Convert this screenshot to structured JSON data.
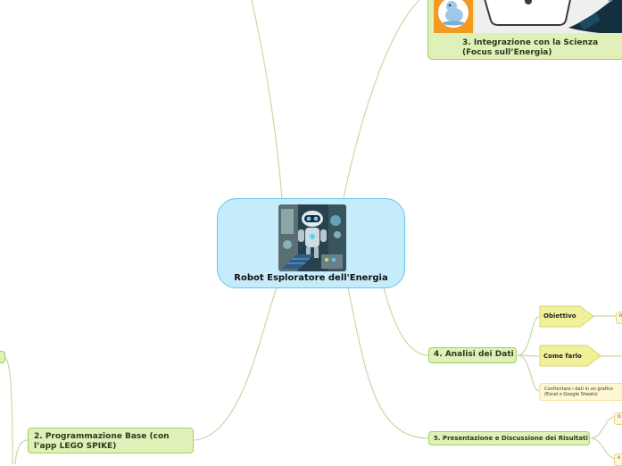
{
  "central": {
    "title": "Robot Esploratore dell'Energia"
  },
  "branches": {
    "b2": {
      "label": "2. Programmazione Base (con l’app LEGO SPIKE)"
    },
    "b3": {
      "label": "3. Integrazione con la Scienza (Focus sull’Energia)"
    },
    "b4": {
      "label": "4. Analisi dei Dati",
      "objective": "Obiettivo",
      "objective_child": "R",
      "how": "Come farlo",
      "how_note": "Confrontare i dati in un grafico (Excel o Google Sheets)"
    },
    "b5": {
      "label": "5. Presentazione e Discussione dei Risultati",
      "child1": "O",
      "child2": "A"
    }
  },
  "colors": {
    "central_fill": "#c6ecfb",
    "central_border": "#63c6ea",
    "branch_fill": "#dff0b8",
    "branch_border": "#a6cf63",
    "line": "#c7d6a4",
    "sub_fill": "#f2f19b"
  }
}
